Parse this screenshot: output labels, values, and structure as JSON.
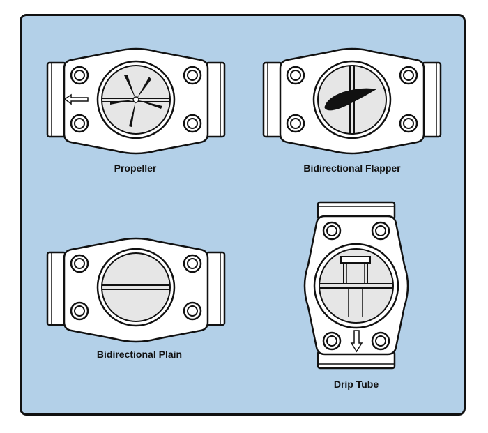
{
  "figure": {
    "background_color": "#b3d0e8",
    "outline_color": "#111111",
    "body_color": "#ffffff",
    "window_color": "#e6e6e6",
    "vanes": [
      {
        "name": "Propeller",
        "caption": "Propeller",
        "icon": "propeller-vane-icon"
      },
      {
        "name": "Bidirectional Flapper",
        "caption": "Bidirectional Flapper",
        "icon": "flapper-vane-icon"
      },
      {
        "name": "Bidirectional Plain",
        "caption": "Bidirectional Plain",
        "icon": "plain-window-icon"
      },
      {
        "name": "Drip Tube",
        "caption": "Drip Tube",
        "icon": "drip-tube-icon"
      }
    ]
  }
}
